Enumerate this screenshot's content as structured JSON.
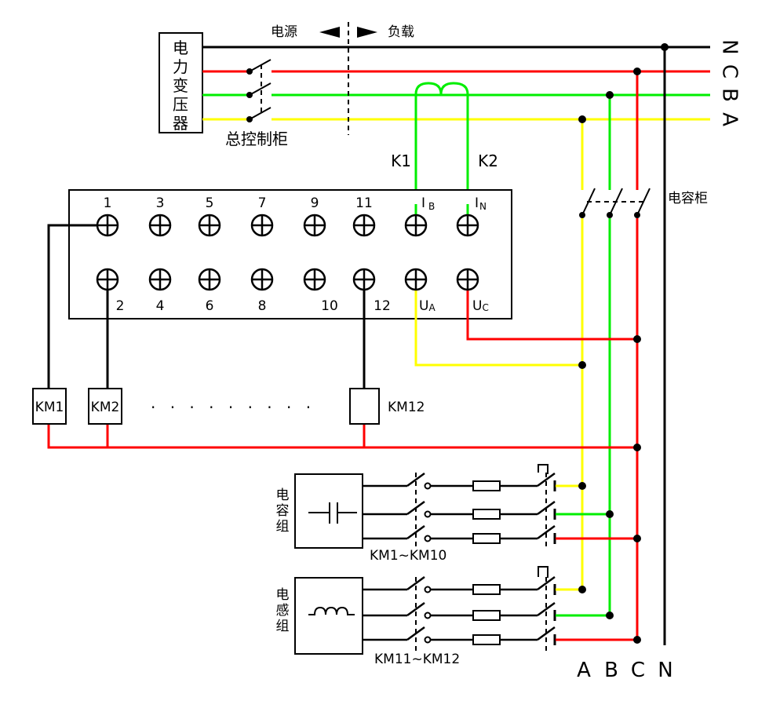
{
  "labels": {
    "transformer": [
      "电",
      "力",
      "变",
      "压",
      "器"
    ],
    "main_cabinet": "总控制柜",
    "source": "电源",
    "load": "负载",
    "capacitor_cabinet": "电容柜",
    "ct_k1": "K1",
    "ct_k2": "K2",
    "bus_right": [
      "N",
      "C",
      "B",
      "A"
    ],
    "bus_bottom": [
      "A",
      "B",
      "C",
      "N"
    ],
    "cap_group": [
      "电",
      "容",
      "组"
    ],
    "ind_group": [
      "电",
      "感",
      "组"
    ],
    "cap_contactors": "KM1~KM10",
    "ind_contactors": "KM11~KM12",
    "ellipsis": "· · · · · · · · ·"
  },
  "terminals": {
    "top_numbers": [
      "1",
      "3",
      "5",
      "7",
      "9",
      "11"
    ],
    "bottom_numbers": [
      "2",
      "4",
      "6",
      "8",
      "10",
      "12"
    ],
    "ib": {
      "main": "I",
      "sub": "B"
    },
    "in": {
      "main": "I",
      "sub": "N"
    },
    "ua": {
      "main": "U",
      "sub": "A"
    },
    "uc": {
      "main": "U",
      "sub": "C"
    }
  },
  "contactors": [
    "KM1",
    "KM2",
    "KM12"
  ],
  "colors": {
    "phase_a": "#ffff00",
    "phase_b": "#00ee00",
    "phase_c": "#ff0000",
    "neutral": "#000000"
  }
}
